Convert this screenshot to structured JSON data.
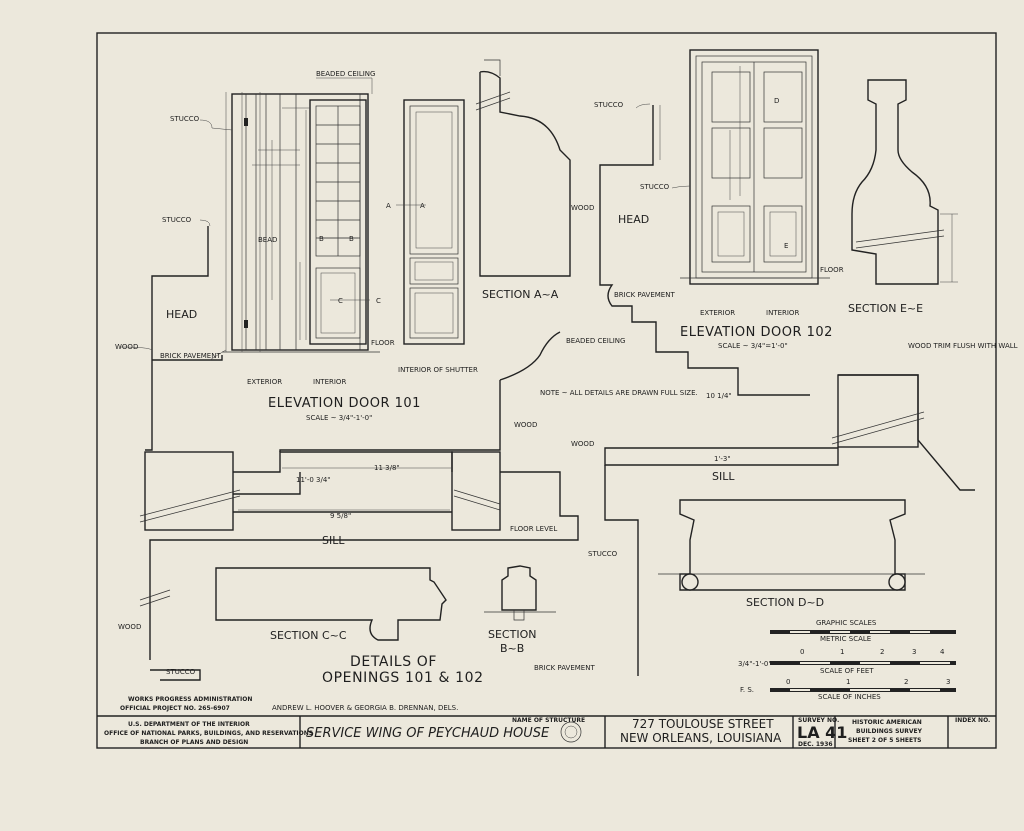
{
  "drawing": {
    "labels": {
      "beaded_ceiling_top": "BEADED CEILING",
      "stucco_1": "STUCCO",
      "stucco_2": "STUCCO",
      "head_1": "HEAD",
      "wood_1": "WOOD",
      "brick_pavement_1": "BRICK PAVEMENT",
      "exterior_1": "EXTERIOR",
      "interior_1": "INTERIOR",
      "interior_of_shutter": "INTERIOR OF SHUTTER",
      "floor_1": "FLOOR",
      "bead": "BEAD",
      "elevation_door_101": "ELEVATION DOOR 101",
      "scale_101": "SCALE ~ 3/4\"-1'-0\"",
      "section_aa": "SECTION A~A",
      "stucco_3": "STUCCO",
      "stucco_4": "STUCCO",
      "wood_2": "WOOD",
      "head_2": "HEAD",
      "brick_pavement_2": "BRICK PAVEMENT",
      "exterior_2": "EXTERIOR",
      "interior_2": "INTERIOR",
      "elevation_door_102": "ELEVATION DOOR 102",
      "scale_102": "SCALE ~ 3/4\"=1'-0\"",
      "section_ee": "SECTION E~E",
      "floor_2": "FLOOR",
      "beaded_ceiling_mid": "BEADED CEILING",
      "note": "NOTE ~ ALL DETAILS ARE DRAWN FULL SIZE.",
      "wood_trim": "WOOD TRIM FLUSH WITH WALL",
      "wood_3": "WOOD",
      "wood_4": "WOOD",
      "sill_1": "SILL",
      "sill_2": "SILL",
      "floor_level": "FLOOR LEVEL",
      "stucco_5": "STUCCO",
      "section_dd": "SECTION D~D",
      "wood_5": "WOOD",
      "stucco_6": "STUCCO",
      "section_cc": "SECTION C~C",
      "section_bb_1": "SECTION",
      "section_bb_2": "B~B",
      "details_1": "DETAILS OF",
      "details_2": "OPENINGS 101 & 102",
      "brick_pavement_3": "BRICK PAVEMENT",
      "graphic_scales": "GRAPHIC SCALES",
      "metric_scale": "METRIC SCALE",
      "scale_of_feet": "SCALE OF FEET",
      "scale_of_inches": "SCALE OF INCHES",
      "scale_feet_prefix": "3/4\"-1'-0\"",
      "fs": "F. S.",
      "dim_11_0_3_4": "11'-0 3/4\"",
      "dim_11_3_8": "11 3/8\"",
      "dim_9_5_8": "9 5/8\"",
      "dim_1_3": "1'-3\"",
      "dim_10_1_4": "10 1/4\"",
      "mark_a": "A",
      "mark_b": "B",
      "mark_c": "C",
      "mark_d": "D",
      "mark_e": "E"
    },
    "metric_ticks": [
      "0",
      "1",
      "2",
      "3",
      "4"
    ],
    "inch_ticks": [
      "0",
      "1",
      "2",
      "3"
    ]
  },
  "credits": {
    "agency": "WORKS PROGRESS ADMINISTRATION",
    "project": "OFFICIAL PROJECT NO. 265-6907",
    "delineators": "ANDREW L. HOOVER   &   GEORGIA B. DRENNAN, DELS."
  },
  "title_block": {
    "dept": [
      "U.S. DEPARTMENT OF THE INTERIOR",
      "OFFICE OF NATIONAL PARKS, BUILDINGS, AND RESERVATIONS",
      "BRANCH OF PLANS AND DESIGN"
    ],
    "name_label": "NAME OF STRUCTURE",
    "structure": "SERVICE WING OF PEYCHAUD HOUSE",
    "address_1": "727 TOULOUSE STREET",
    "address_2": "NEW ORLEANS, LOUISIANA",
    "survey_label": "SURVEY NO.",
    "survey_no": "LA 41",
    "survey_date": "DEC. 1936",
    "habs_1": "HISTORIC AMERICAN",
    "habs_2": "BUILDINGS SURVEY",
    "sheet": "SHEET 2 OF 5 SHEETS",
    "index_label": "INDEX NO."
  },
  "colors": {
    "paper": "#ece8dc",
    "ink": "#1e1e1e"
  }
}
